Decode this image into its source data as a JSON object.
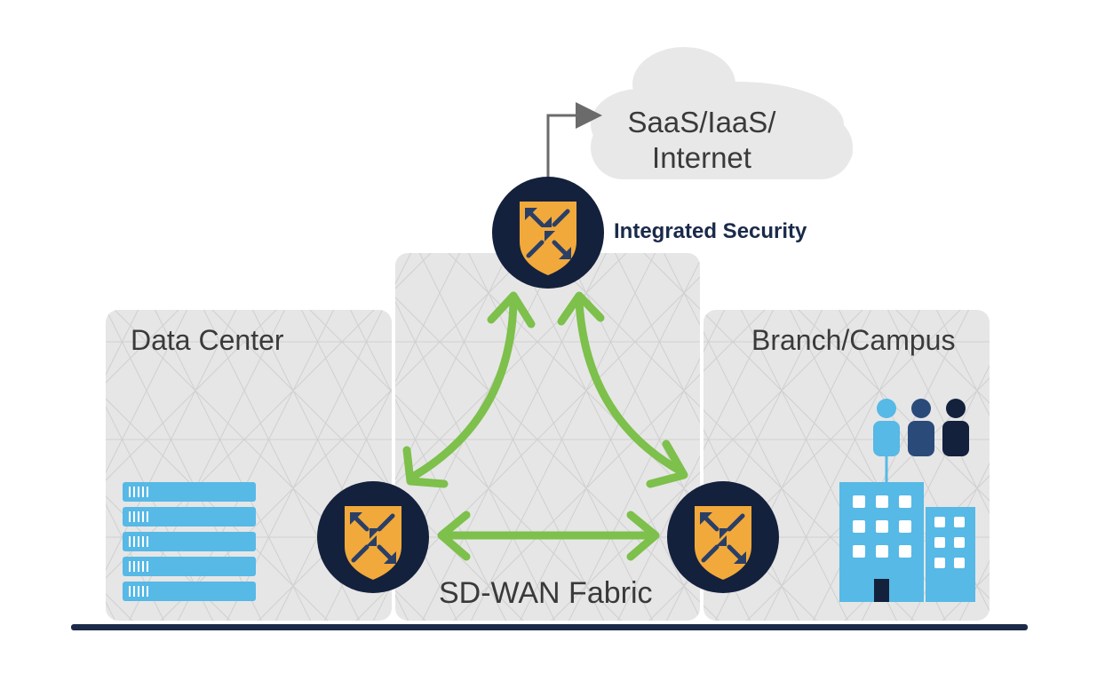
{
  "regions": {
    "data_center": "Data Center",
    "branch_campus": "Branch/Campus",
    "fabric": "SD-WAN Fabric"
  },
  "cloud": {
    "line1": "SaaS/IaaS/",
    "line2": "Internet"
  },
  "security_label": "Integrated Security",
  "colors": {
    "navy": "#14213d",
    "shield_orange": "#f2a93b",
    "arrow_green": "#7dc04b",
    "panel_gray": "#e4e4e4",
    "server_blue": "#56b9e6",
    "baseline": "#1c2a4a"
  },
  "icons": {
    "router": "shield-router-icon",
    "server": "server-rack-icon",
    "building": "building-icon",
    "users": "users-icon",
    "cloud": "cloud-icon"
  }
}
